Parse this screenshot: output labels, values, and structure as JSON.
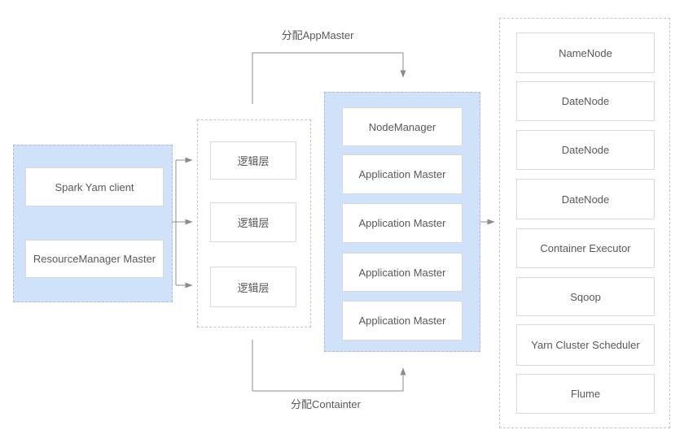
{
  "labels": {
    "allocate_appmaster": "分配AppMaster",
    "allocate_container": "分配Containter"
  },
  "groups": {
    "client": {
      "nodes": [
        "Spark Yam client",
        "ResourceManager Master"
      ]
    },
    "logic": {
      "nodes": [
        "逻辑层",
        "逻辑层",
        "逻辑层"
      ]
    },
    "node_manager": {
      "nodes": [
        "NodeManager",
        "Application Master",
        "Application Master",
        "Application Master",
        "Application Master"
      ]
    },
    "cluster": {
      "nodes": [
        "NameNode",
        "DateNode",
        "DateNode",
        "DateNode",
        "Container Executor",
        "Sqoop",
        "Yarn Cluster Scheduler",
        "Flume"
      ]
    }
  },
  "colors": {
    "group_fill": "#cfe2f9",
    "line": "#8c8c8c",
    "text": "#595959",
    "node_border": "#d9d9d9"
  }
}
